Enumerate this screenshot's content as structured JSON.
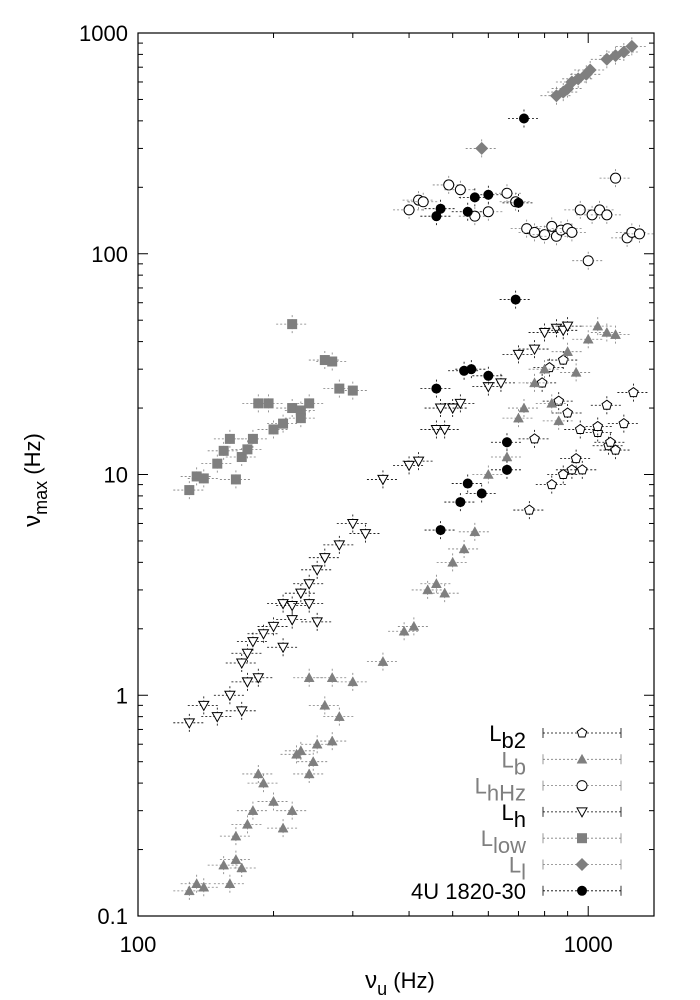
{
  "chart_data": {
    "type": "scatter",
    "xscale": "log",
    "yscale": "log",
    "xlim": [
      100,
      1400
    ],
    "ylim": [
      0.1,
      1000
    ],
    "xticks": [
      "100",
      "1000"
    ],
    "yticks": [
      "0.1",
      "1",
      "10",
      "100",
      "1000"
    ],
    "xlabel": "ν",
    "xlabel_sub": "u",
    "xlabel_unit": " (Hz)",
    "ylabel": "ν",
    "ylabel_sub": "max",
    "ylabel_unit": " (Hz)",
    "grid": false,
    "legend_position": "bottom-right",
    "series": [
      {
        "label_main": "L",
        "label_sub": "b2",
        "color": "#000000",
        "marker": "open-pentagon",
        "points": [
          [
            740,
            6.9
          ],
          [
            830,
            9.0
          ],
          [
            880,
            10.0
          ],
          [
            920,
            10.5
          ],
          [
            940,
            11.8
          ],
          [
            970,
            10.5
          ],
          [
            1050,
            15.5
          ],
          [
            1050,
            16.5
          ],
          [
            1110,
            13.5
          ],
          [
            1120,
            14.0
          ],
          [
            1150,
            12.9
          ],
          [
            1200,
            17.0
          ],
          [
            1100,
            20.6
          ],
          [
            900,
            19.0
          ],
          [
            860,
            21.5
          ],
          [
            820,
            30.5
          ],
          [
            790,
            26.0
          ],
          [
            760,
            14.5
          ],
          [
            880,
            33.0
          ],
          [
            960,
            16.0
          ],
          [
            1260,
            23.5
          ]
        ]
      },
      {
        "label_main": "L",
        "label_sub": "b",
        "color": "#7f7f7f",
        "marker": "filled-triangle",
        "points": [
          [
            130,
            0.13
          ],
          [
            135,
            0.14
          ],
          [
            140,
            0.135
          ],
          [
            155,
            0.17
          ],
          [
            160,
            0.14
          ],
          [
            165,
            0.18
          ],
          [
            170,
            0.165
          ],
          [
            165,
            0.23
          ],
          [
            175,
            0.26
          ],
          [
            180,
            0.3
          ],
          [
            185,
            0.44
          ],
          [
            190,
            0.4
          ],
          [
            200,
            0.33
          ],
          [
            210,
            0.25
          ],
          [
            220,
            0.3
          ],
          [
            225,
            0.54
          ],
          [
            230,
            0.56
          ],
          [
            240,
            0.44
          ],
          [
            245,
            0.5
          ],
          [
            250,
            0.6
          ],
          [
            270,
            0.62
          ],
          [
            280,
            0.8
          ],
          [
            260,
            0.9
          ],
          [
            240,
            1.2
          ],
          [
            270,
            1.2
          ],
          [
            300,
            1.15
          ],
          [
            350,
            1.42
          ],
          [
            390,
            1.95
          ],
          [
            410,
            2.05
          ],
          [
            440,
            3.0
          ],
          [
            460,
            3.2
          ],
          [
            480,
            2.9
          ],
          [
            500,
            4.0
          ],
          [
            530,
            4.6
          ],
          [
            560,
            5.5
          ],
          [
            600,
            10.0
          ],
          [
            660,
            12.0
          ],
          [
            700,
            18.0
          ],
          [
            720,
            20.0
          ],
          [
            760,
            26.0
          ],
          [
            800,
            30.0
          ],
          [
            830,
            21.0
          ],
          [
            860,
            17.5
          ],
          [
            900,
            36.0
          ],
          [
            940,
            29.0
          ],
          [
            1000,
            41.0
          ],
          [
            1050,
            47.0
          ],
          [
            1100,
            44.0
          ],
          [
            1150,
            43.0
          ]
        ]
      },
      {
        "label_main": "L",
        "label_sub": "hHz",
        "color": "#7f7f7f",
        "marker": "open-circle",
        "points": [
          [
            400,
            158
          ],
          [
            420,
            175
          ],
          [
            430,
            172
          ],
          [
            490,
            205
          ],
          [
            520,
            195
          ],
          [
            560,
            148
          ],
          [
            600,
            155
          ],
          [
            660,
            188
          ],
          [
            690,
            172
          ],
          [
            730,
            130
          ],
          [
            760,
            125
          ],
          [
            800,
            122
          ],
          [
            830,
            133
          ],
          [
            850,
            120
          ],
          [
            870,
            128
          ],
          [
            900,
            130
          ],
          [
            920,
            125
          ],
          [
            960,
            158
          ],
          [
            1000,
            93
          ],
          [
            1020,
            150
          ],
          [
            1060,
            158
          ],
          [
            1100,
            150
          ],
          [
            1150,
            220
          ],
          [
            1220,
            118
          ],
          [
            1250,
            125
          ],
          [
            1300,
            123
          ]
        ]
      },
      {
        "label_main": "L",
        "label_sub": "h",
        "color": "#000000",
        "marker": "open-triangle-down",
        "points": [
          [
            130,
            0.75
          ],
          [
            140,
            0.9
          ],
          [
            150,
            0.8
          ],
          [
            160,
            1.0
          ],
          [
            170,
            0.85
          ],
          [
            175,
            1.15
          ],
          [
            185,
            1.2
          ],
          [
            170,
            1.4
          ],
          [
            175,
            1.55
          ],
          [
            180,
            1.75
          ],
          [
            190,
            1.9
          ],
          [
            200,
            2.05
          ],
          [
            210,
            2.6
          ],
          [
            220,
            2.55
          ],
          [
            230,
            2.9
          ],
          [
            240,
            2.6
          ],
          [
            250,
            3.7
          ],
          [
            260,
            4.2
          ],
          [
            280,
            4.8
          ],
          [
            300,
            6.0
          ],
          [
            320,
            5.4
          ],
          [
            240,
            3.2
          ],
          [
            250,
            2.15
          ],
          [
            220,
            2.2
          ],
          [
            210,
            1.65
          ],
          [
            350,
            9.5
          ],
          [
            400,
            11.0
          ],
          [
            420,
            11.5
          ],
          [
            460,
            16.0
          ],
          [
            480,
            16.0
          ],
          [
            500,
            20.0
          ],
          [
            520,
            21.0
          ],
          [
            600,
            25.0
          ],
          [
            640,
            26.0
          ],
          [
            700,
            35.0
          ],
          [
            760,
            37.0
          ],
          [
            800,
            44.0
          ],
          [
            850,
            46.0
          ],
          [
            880,
            45.0
          ],
          [
            900,
            47.0
          ],
          [
            470,
            20.0
          ]
        ]
      },
      {
        "label_main": "L",
        "label_sub": "low",
        "color": "#7f7f7f",
        "marker": "filled-square",
        "points": [
          [
            130,
            8.5
          ],
          [
            135,
            9.8
          ],
          [
            140,
            9.6
          ],
          [
            150,
            11.2
          ],
          [
            155,
            12.8
          ],
          [
            160,
            14.5
          ],
          [
            165,
            9.5
          ],
          [
            170,
            12.0
          ],
          [
            175,
            13.0
          ],
          [
            180,
            14.5
          ],
          [
            185,
            21.0
          ],
          [
            195,
            21.0
          ],
          [
            200,
            16.0
          ],
          [
            210,
            17.0
          ],
          [
            220,
            20.0
          ],
          [
            230,
            19.5
          ],
          [
            240,
            21.0
          ],
          [
            260,
            33.0
          ],
          [
            270,
            32.5
          ],
          [
            280,
            24.5
          ],
          [
            300,
            24.0
          ],
          [
            220,
            48.0
          ],
          [
            230,
            18.0
          ]
        ]
      },
      {
        "label_main": "L",
        "label_sub": "l",
        "color": "#7f7f7f",
        "marker": "filled-diamond",
        "points": [
          [
            580,
            300
          ],
          [
            850,
            520
          ],
          [
            880,
            540
          ],
          [
            900,
            560
          ],
          [
            920,
            600
          ],
          [
            950,
            620
          ],
          [
            990,
            650
          ],
          [
            1010,
            680
          ],
          [
            1100,
            760
          ],
          [
            1150,
            790
          ],
          [
            1200,
            820
          ],
          [
            1250,
            870
          ]
        ]
      },
      {
        "label_main": "4U 1820-30",
        "label_sub": "",
        "color": "#000000",
        "marker": "filled-circle",
        "points": [
          [
            470,
            5.6
          ],
          [
            520,
            7.5
          ],
          [
            540,
            9.1
          ],
          [
            580,
            8.2
          ],
          [
            660,
            10.5
          ],
          [
            660,
            14.0
          ],
          [
            460,
            24.5
          ],
          [
            530,
            29.5
          ],
          [
            550,
            30.0
          ],
          [
            600,
            28.0
          ],
          [
            690,
            62.0
          ],
          [
            460,
            148
          ],
          [
            470,
            160
          ],
          [
            540,
            155
          ],
          [
            560,
            180
          ],
          [
            600,
            185
          ],
          [
            700,
            170
          ],
          [
            720,
            410
          ]
        ]
      }
    ]
  }
}
